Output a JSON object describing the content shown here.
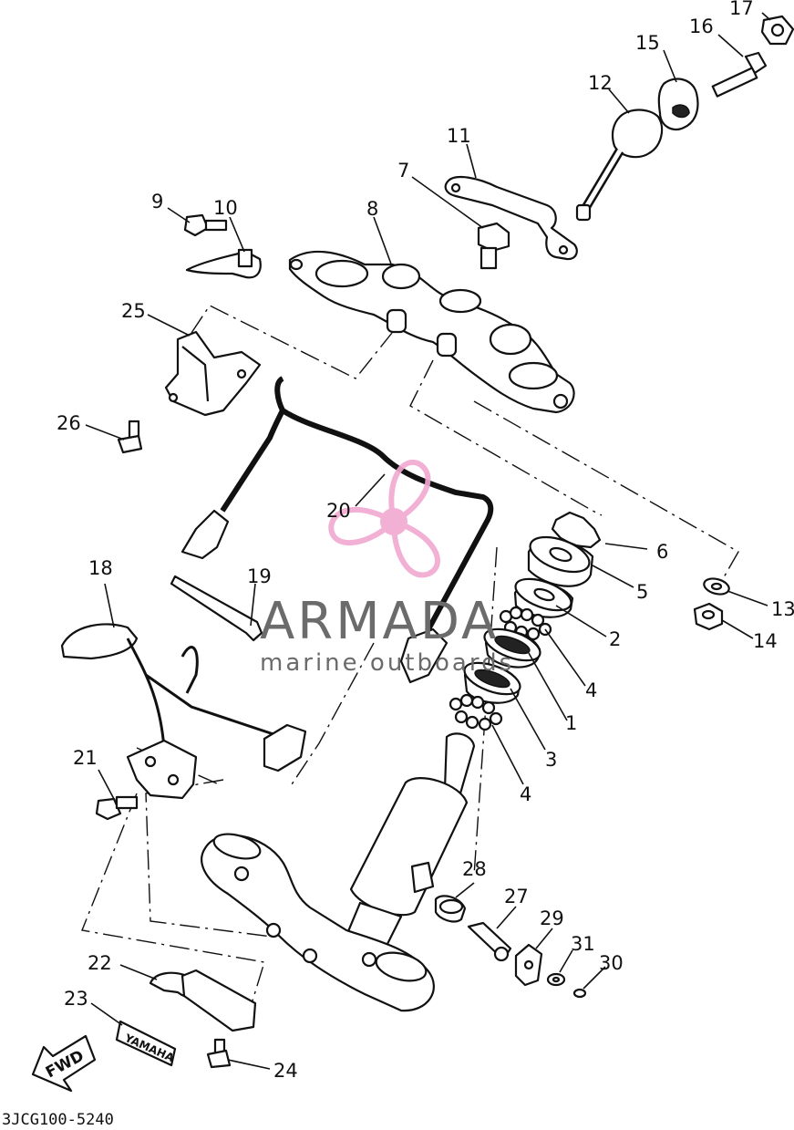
{
  "diagram": {
    "callouts": [
      {
        "id": "1"
      },
      {
        "id": "2"
      },
      {
        "id": "3"
      },
      {
        "id": "4a",
        "text": "4"
      },
      {
        "id": "4b",
        "text": "4"
      },
      {
        "id": "5"
      },
      {
        "id": "6"
      },
      {
        "id": "7"
      },
      {
        "id": "8"
      },
      {
        "id": "9"
      },
      {
        "id": "10"
      },
      {
        "id": "11"
      },
      {
        "id": "12"
      },
      {
        "id": "13"
      },
      {
        "id": "14"
      },
      {
        "id": "15"
      },
      {
        "id": "16"
      },
      {
        "id": "17"
      },
      {
        "id": "18"
      },
      {
        "id": "19"
      },
      {
        "id": "20"
      },
      {
        "id": "21"
      },
      {
        "id": "22"
      },
      {
        "id": "23"
      },
      {
        "id": "24"
      },
      {
        "id": "25"
      },
      {
        "id": "26"
      },
      {
        "id": "27"
      },
      {
        "id": "28"
      },
      {
        "id": "29"
      },
      {
        "id": "30"
      },
      {
        "id": "31"
      }
    ],
    "drawing_code": "3JCG100-5240",
    "fwd_label": "FWD",
    "decal_text": "YAMAHA"
  },
  "watermark": {
    "brand": "ARMADA",
    "tagline": "marine outboards",
    "color": "#f0a8d0"
  }
}
